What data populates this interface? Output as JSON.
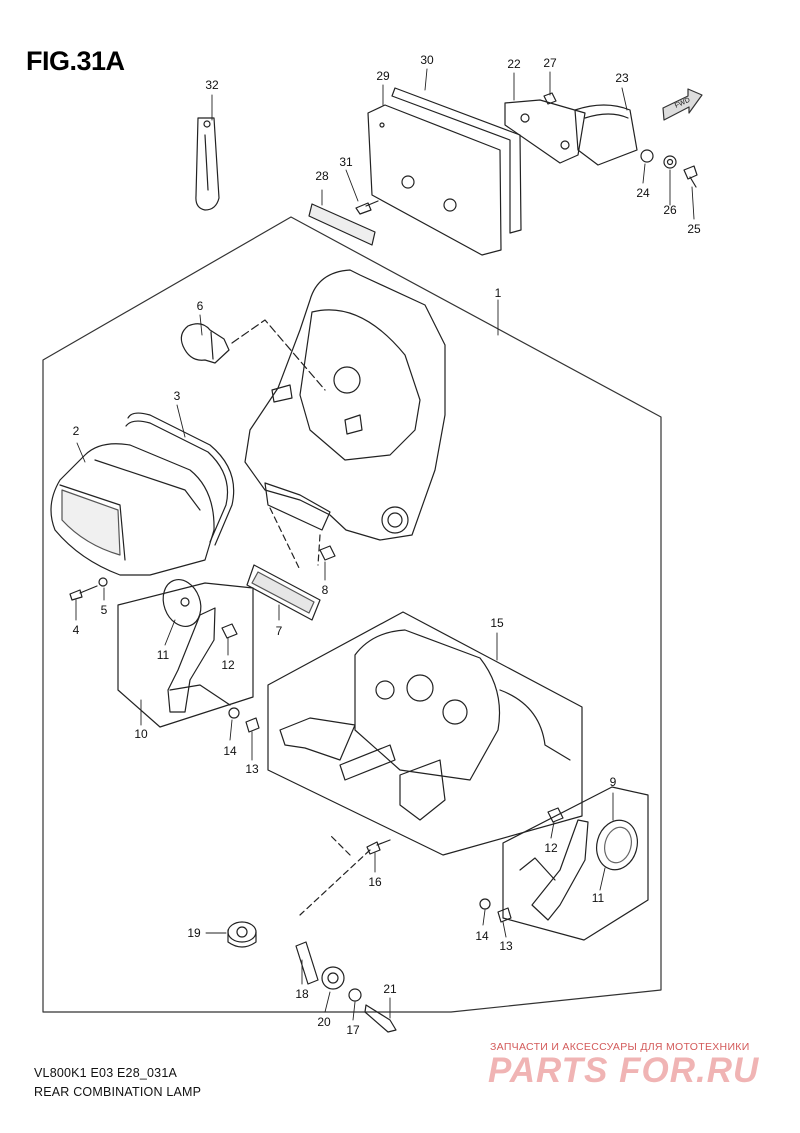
{
  "header": {
    "figure_label": "FIG.31A"
  },
  "footer": {
    "model_code": "VL800K1 E03 E28_031A",
    "caption": "REAR COMBINATION LAMP"
  },
  "direction_badge": {
    "label": "FWD"
  },
  "watermark": {
    "subtitle": "ЗАПЧАСТИ И АКСЕССУАРЫ ДЛЯ МОТОТЕХНИКИ",
    "logo": "PARTS FOR.RU",
    "color": "#f0b4b4"
  },
  "callouts": [
    {
      "id": "n1",
      "label": "1"
    },
    {
      "id": "n2",
      "label": "2"
    },
    {
      "id": "n3",
      "label": "3"
    },
    {
      "id": "n4",
      "label": "4"
    },
    {
      "id": "n5",
      "label": "5"
    },
    {
      "id": "n6",
      "label": "6"
    },
    {
      "id": "n7",
      "label": "7"
    },
    {
      "id": "n8",
      "label": "8"
    },
    {
      "id": "n9",
      "label": "9"
    },
    {
      "id": "n10",
      "label": "10"
    },
    {
      "id": "n11a",
      "label": "11"
    },
    {
      "id": "n11b",
      "label": "11"
    },
    {
      "id": "n12a",
      "label": "12"
    },
    {
      "id": "n12b",
      "label": "12"
    },
    {
      "id": "n13a",
      "label": "13"
    },
    {
      "id": "n13b",
      "label": "13"
    },
    {
      "id": "n14a",
      "label": "14"
    },
    {
      "id": "n14b",
      "label": "14"
    },
    {
      "id": "n15",
      "label": "15"
    },
    {
      "id": "n16",
      "label": "16"
    },
    {
      "id": "n17",
      "label": "17"
    },
    {
      "id": "n18",
      "label": "18"
    },
    {
      "id": "n19",
      "label": "19"
    },
    {
      "id": "n20",
      "label": "20"
    },
    {
      "id": "n21",
      "label": "21"
    },
    {
      "id": "n22",
      "label": "22"
    },
    {
      "id": "n23",
      "label": "23"
    },
    {
      "id": "n24",
      "label": "24"
    },
    {
      "id": "n25",
      "label": "25"
    },
    {
      "id": "n26",
      "label": "26"
    },
    {
      "id": "n27",
      "label": "27"
    },
    {
      "id": "n28",
      "label": "28"
    },
    {
      "id": "n29",
      "label": "29"
    },
    {
      "id": "n30",
      "label": "30"
    },
    {
      "id": "n31",
      "label": "31"
    },
    {
      "id": "n32",
      "label": "32"
    }
  ]
}
